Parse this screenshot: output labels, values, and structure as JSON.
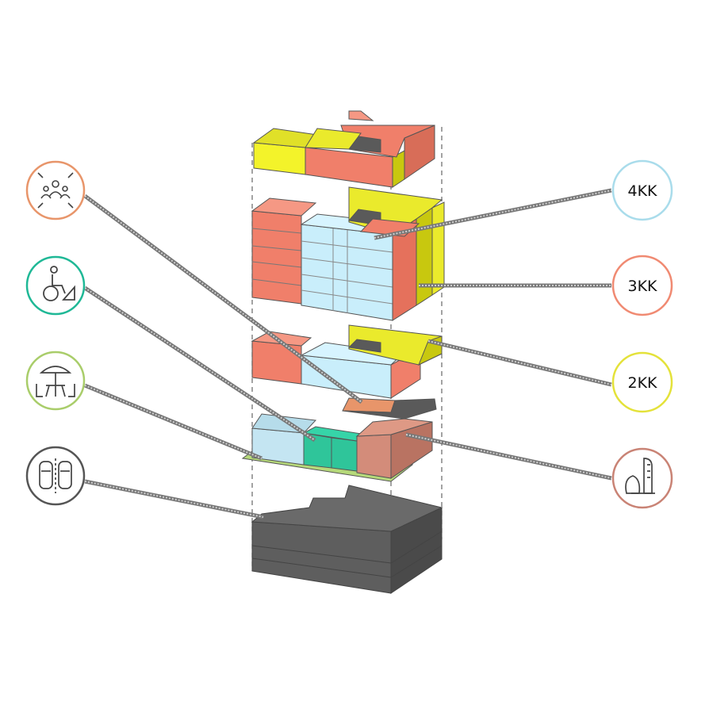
{
  "labels": {
    "four_room": "4KK",
    "three_room": "3KK",
    "two_room": "2KK"
  },
  "legend_left": [
    {
      "icon": "community-room-icon",
      "ring": "#e8956a"
    },
    {
      "icon": "wheelchair-accessible-icon",
      "ring": "#1fb896"
    },
    {
      "icon": "outdoor-cafe-icon",
      "ring": "#a9cd6a"
    },
    {
      "icon": "parking-icon",
      "ring": "#555555"
    }
  ],
  "legend_right": [
    {
      "key": "four_room",
      "ring": "#a9dceb"
    },
    {
      "key": "three_room",
      "ring": "#f08a72"
    },
    {
      "key": "two_room",
      "ring": "#e4e23a"
    },
    {
      "icon": "commercial-retail-icon",
      "ring": "#c98375"
    }
  ],
  "colors": {
    "four_room": "#c9eefb",
    "three_room": "#f07f6a",
    "two_room": "#eaea2c",
    "accessible": "#2fc59a",
    "green_space": "#b6d97a",
    "commercial": "#d38c7a",
    "community": "#e8956a",
    "parking": "#646464"
  }
}
